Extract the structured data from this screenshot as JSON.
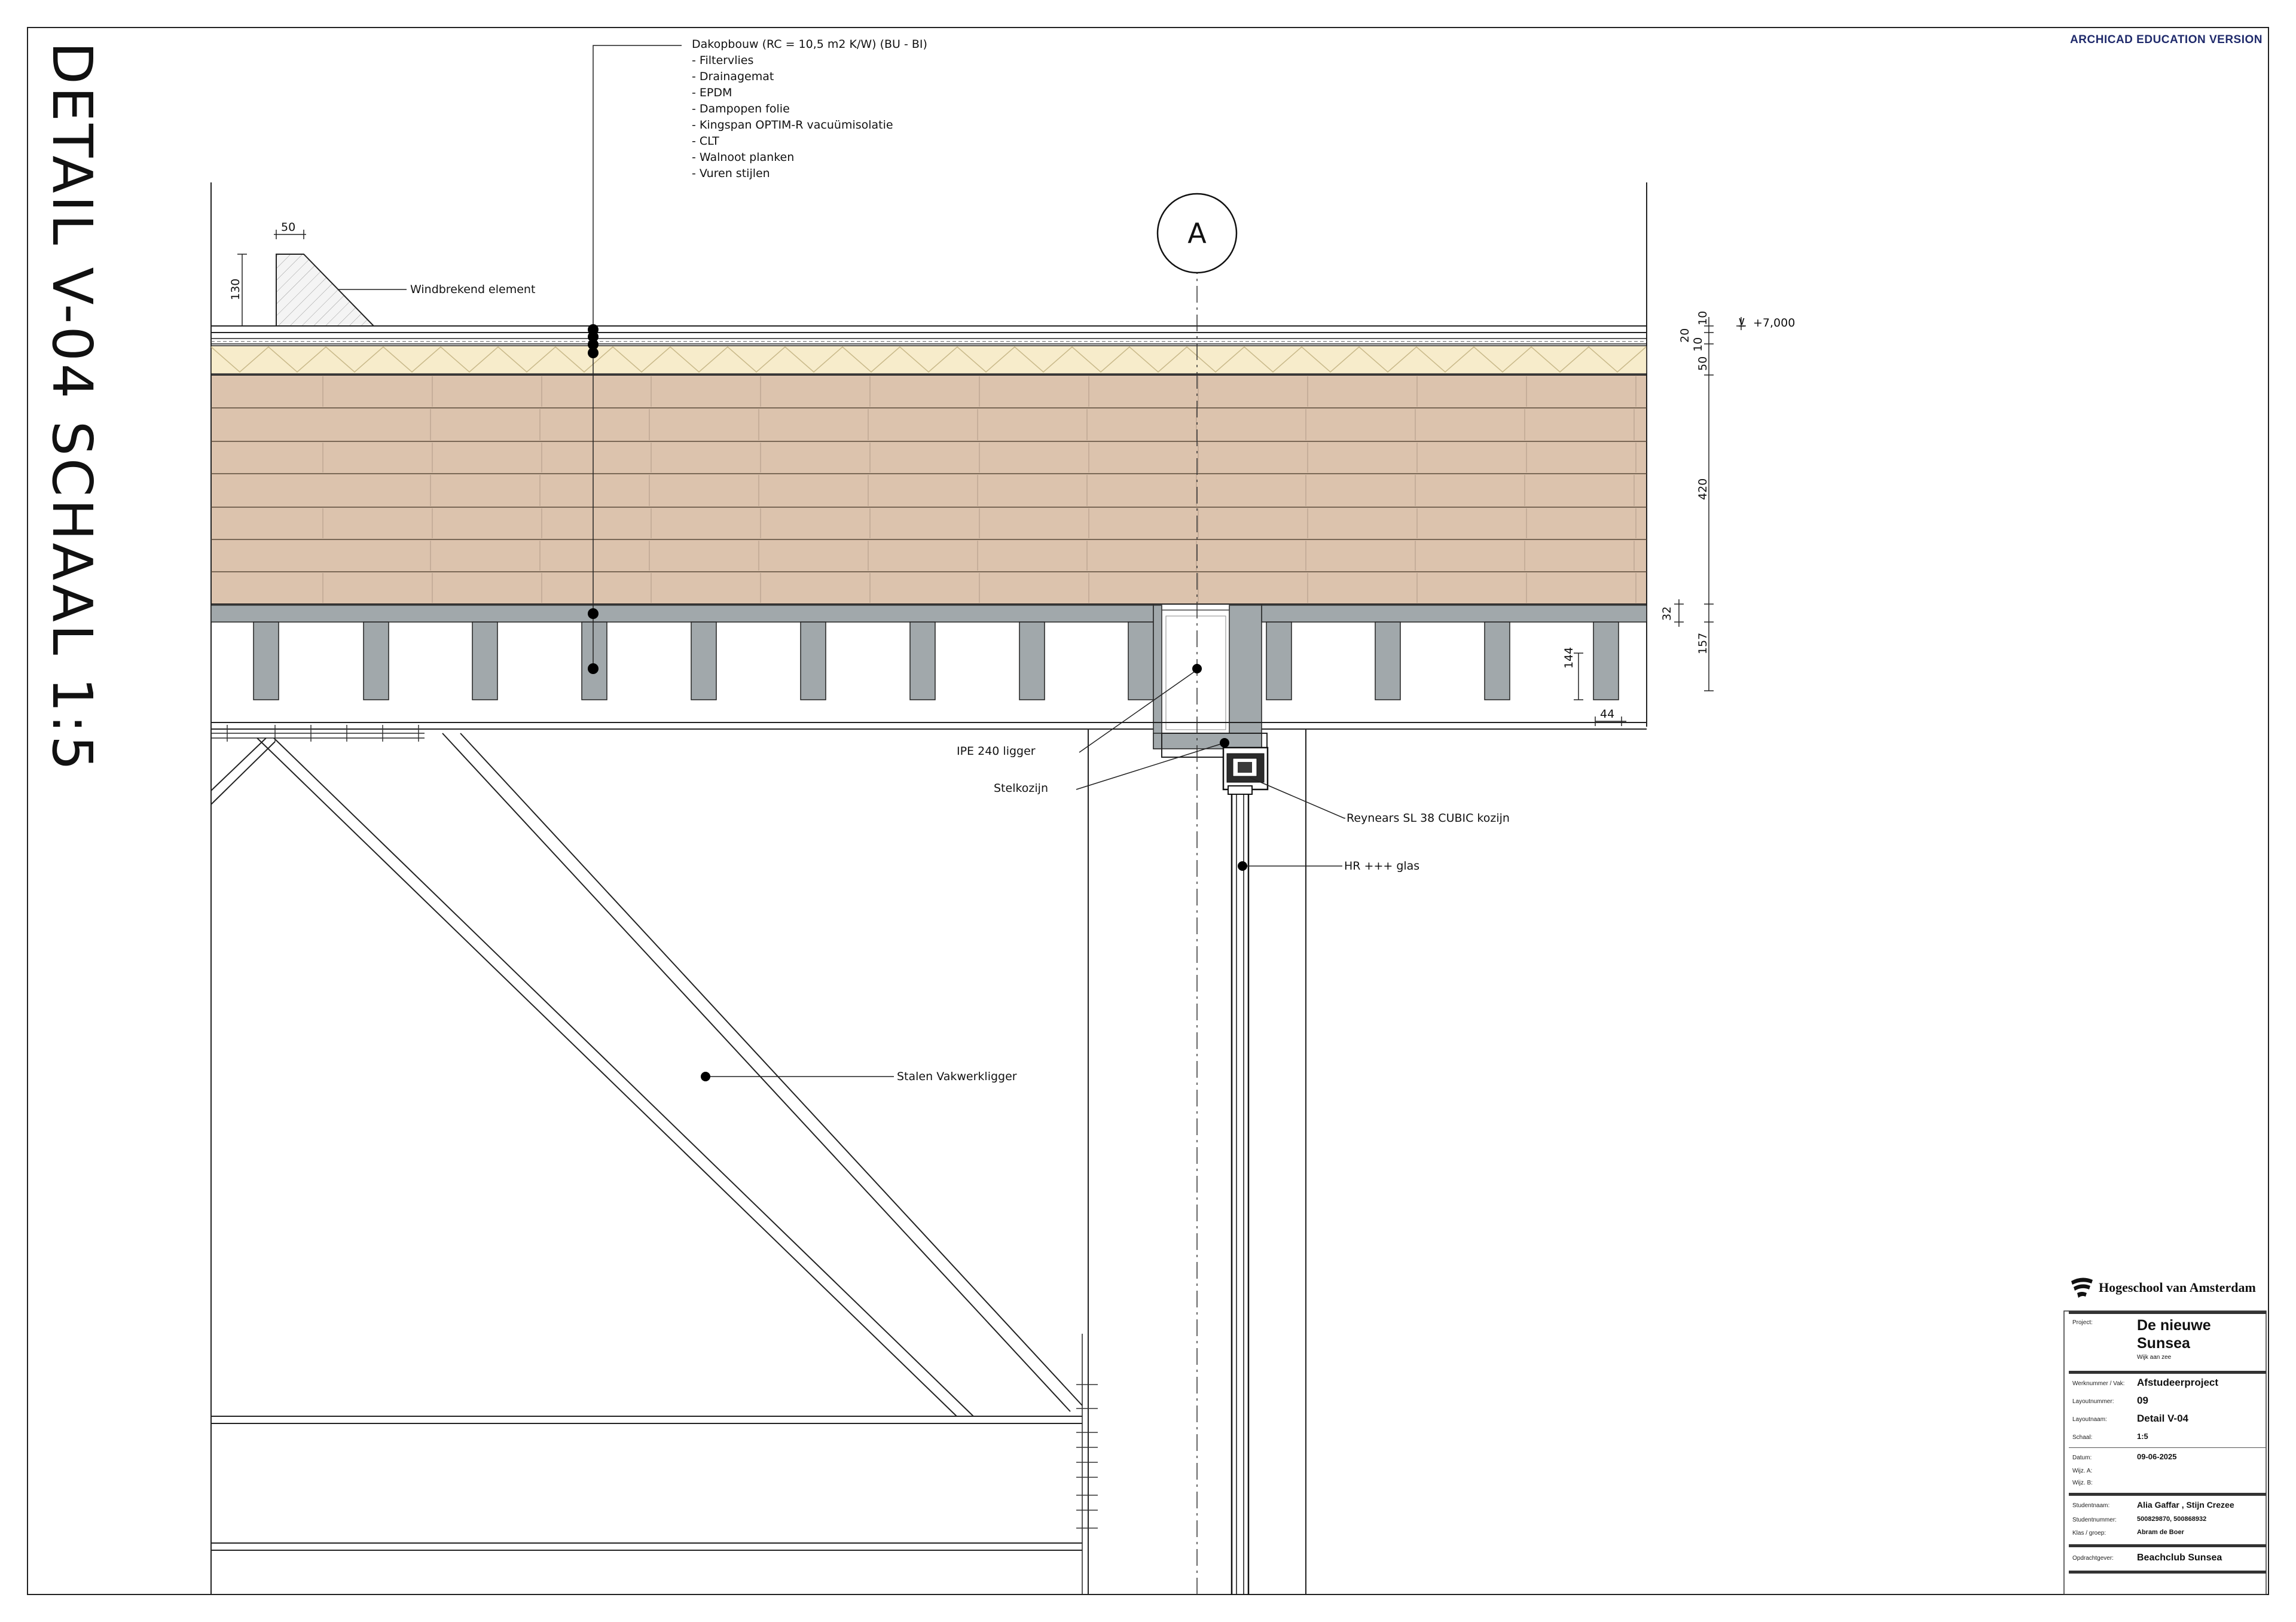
{
  "sheet": {
    "title": "DETAIL V-04 SCHAAL 1:5",
    "edu_version": "ARCHICAD EDUCATION VERSION"
  },
  "roof_buildup": {
    "heading": "Dakopbouw (RC = 10,5 m2 K/W) (BU - BI)",
    "layers": [
      "- Filtervlies",
      "- Drainagemat",
      "- EPDM",
      "- Dampopen folie",
      "- Kingspan OPTIM-R vacuümisolatie",
      "- CLT",
      "- Walnoot planken",
      "- Vuren stijlen"
    ]
  },
  "labels": {
    "windbreaker": "Windbrekend element",
    "grid_marker": "A",
    "ipe": "IPE 240 ligger",
    "stelkozijn": "Stelkozijn",
    "reynaers": "Reynears SL 38 CUBIC kozijn",
    "glass": "HR +++ glas",
    "truss": "Stalen Vakwerkligger",
    "level": "+7,000"
  },
  "dimensions": {
    "wind_width": "50",
    "wind_height": "130",
    "d10": "10",
    "d20": "20",
    "d10b": "10",
    "d50": "50",
    "d420": "420",
    "d32": "32",
    "d157": "157",
    "d144": "144",
    "d44": "44"
  },
  "colors": {
    "clt": "#dcc3ad",
    "insulation": "#f7eccb",
    "steel": "#a1a8ab",
    "line": "#222222"
  },
  "title_block": {
    "institution": "Hogeschool van Amsterdam",
    "project_label": "Project:",
    "project_name_1": "De nieuwe",
    "project_name_2": "Sunsea",
    "location": "Wijk aan zee",
    "rows": [
      {
        "label": "Werknummer / Vak:",
        "value": "Afstudeerproject"
      },
      {
        "label": "Layoutnummer:",
        "value": "09"
      },
      {
        "label": "Layoutnaam:",
        "value": "Detail V-04"
      },
      {
        "label": "Schaal:",
        "value": "1:5"
      }
    ],
    "date_label": "Datum:",
    "date_value": "09-06-2025",
    "rev_a": "Wijz. A:",
    "rev_b": "Wijz. B:",
    "student_label": "Studentnaam:",
    "student_value": "Alia Gaffar , Stijn Crezee",
    "number_label": "Studentnummer:",
    "number_value": "500829870, 500868932",
    "class_label": "Klas / groep:",
    "class_value": "Abram de Boer",
    "client_label": "Opdrachtgever:",
    "client_value": "Beachclub Sunsea"
  }
}
